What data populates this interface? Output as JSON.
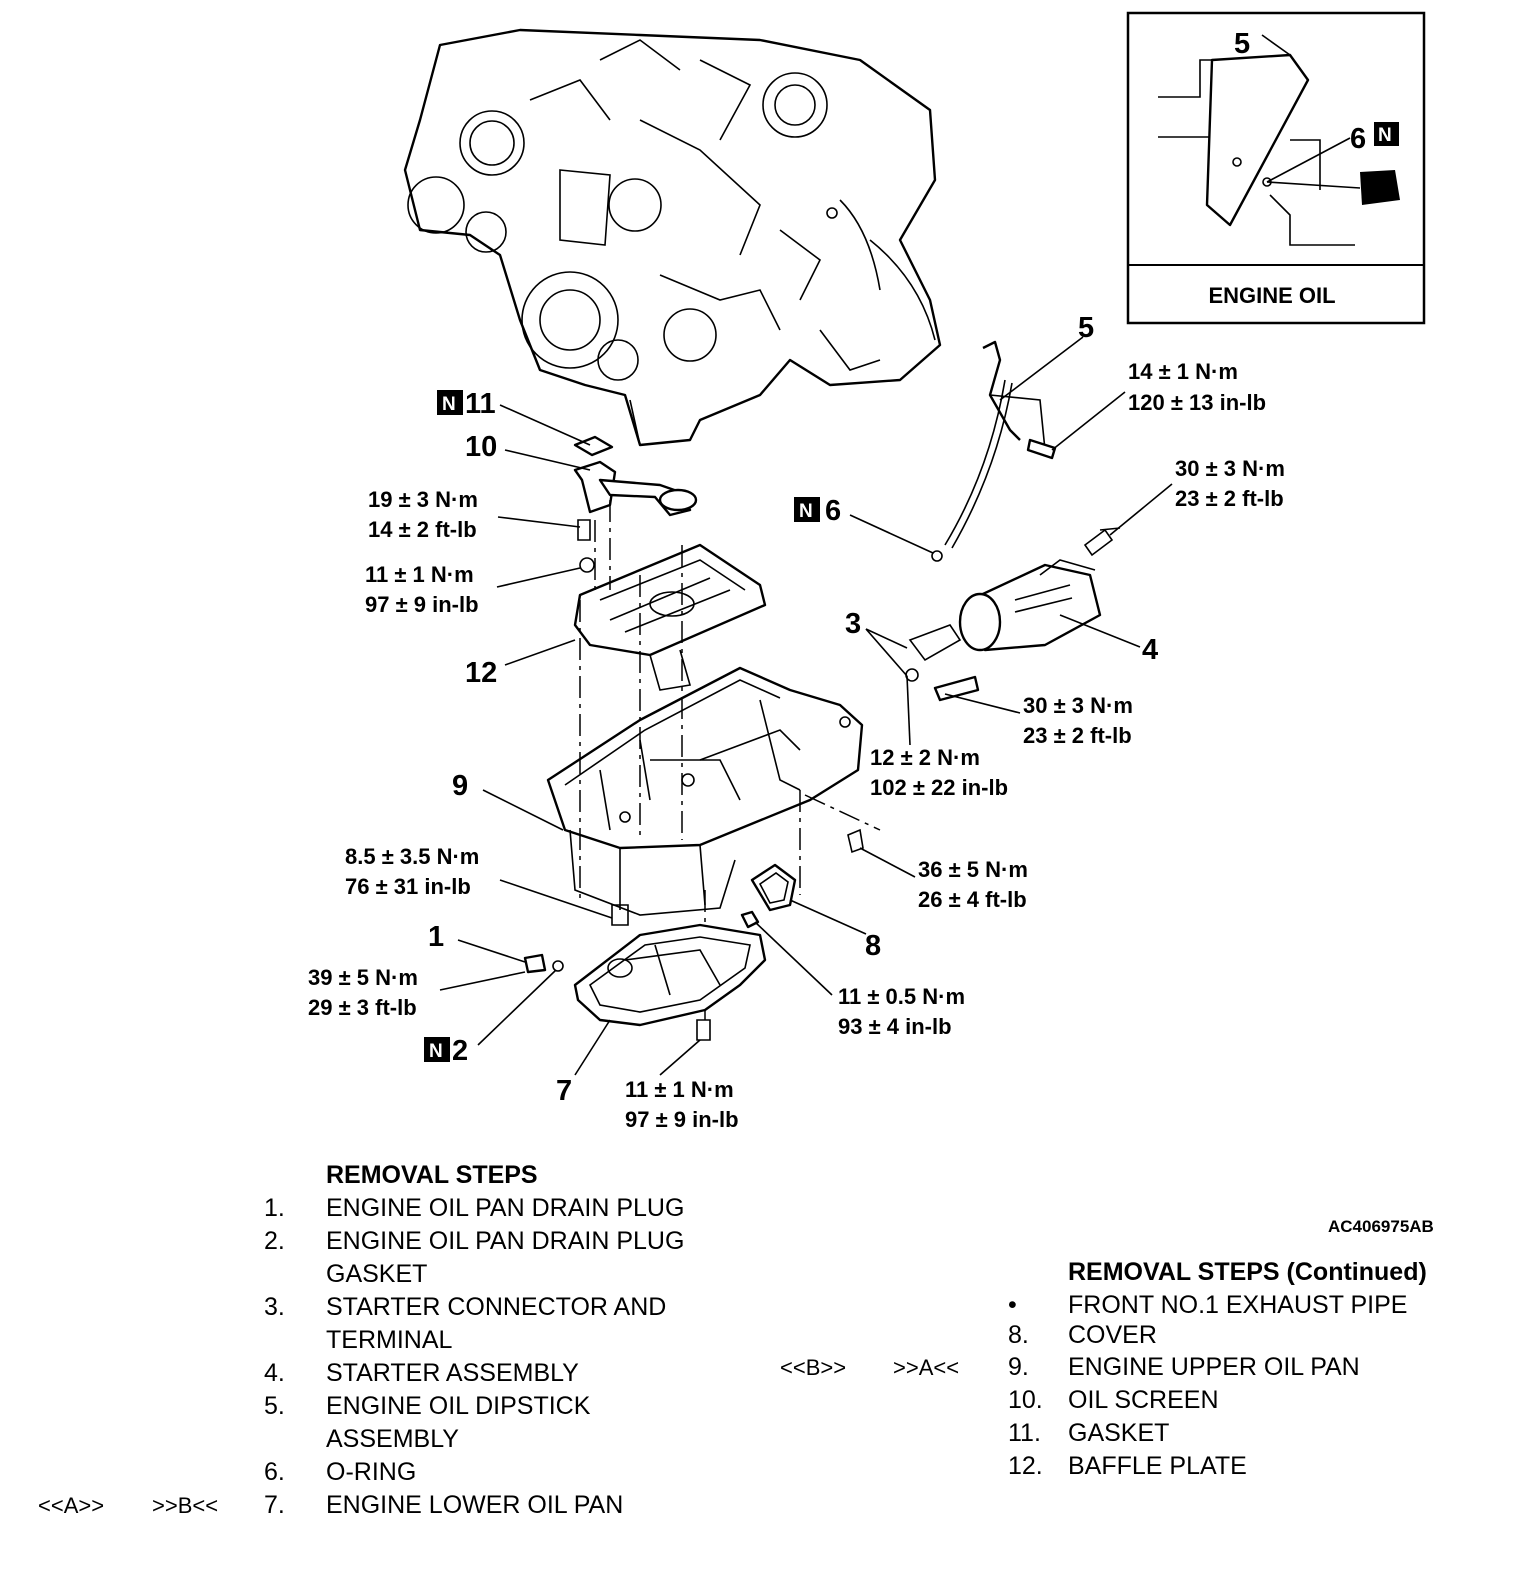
{
  "figure_code": "AC406975AB",
  "inset": {
    "label": "ENGINE OIL",
    "callout_5": "5",
    "callout_6": "6",
    "new_part_mark": "N"
  },
  "callouts": {
    "c1": "1",
    "c2": "2",
    "c3": "3",
    "c4": "4",
    "c5": "5",
    "c6": "6",
    "c7": "7",
    "c8": "8",
    "c9": "9",
    "c10": "10",
    "c11": "11",
    "c12": "12",
    "n_mark": "N"
  },
  "torques": {
    "t_dipstick_bolt": [
      "14 ± 1 N·m",
      "120 ± 13 in-lb"
    ],
    "t_starter_upper": [
      "30 ± 3 N·m",
      "23 ± 2 ft-lb"
    ],
    "t_starter_lower": [
      "30 ± 3 N·m",
      "23 ± 2 ft-lb"
    ],
    "t_starter_terminal": [
      "12 ± 2 N·m",
      "102 ± 22 in-lb"
    ],
    "t_oil_screen": [
      "19 ± 3 N·m",
      "14 ± 2 ft-lb"
    ],
    "t_baffle": [
      "11 ± 1 N·m",
      "97 ± 9 in-lb"
    ],
    "t_upper_pan_side": [
      "36 ± 5 N·m",
      "26 ± 4 ft-lb"
    ],
    "t_upper_pan": [
      "8.5 ± 3.5 N·m",
      "76 ± 31 in-lb"
    ],
    "t_drain_plug": [
      "39 ± 5 N·m",
      "29 ± 3 ft-lb"
    ],
    "t_cover": [
      "11 ± 0.5 N·m",
      "93 ± 4 in-lb"
    ],
    "t_lower_pan": [
      "11 ± 1 N·m",
      "97 ± 9 in-lb"
    ]
  },
  "removal_steps": {
    "heading": "REMOVAL STEPS",
    "items": [
      {
        "num": "1.",
        "lines": [
          "ENGINE OIL PAN DRAIN PLUG"
        ]
      },
      {
        "num": "2.",
        "lines": [
          "ENGINE OIL PAN DRAIN PLUG",
          "GASKET"
        ]
      },
      {
        "num": "3.",
        "lines": [
          "STARTER CONNECTOR AND",
          "TERMINAL"
        ]
      },
      {
        "num": "4.",
        "lines": [
          "STARTER ASSEMBLY"
        ]
      },
      {
        "num": "5.",
        "lines": [
          "ENGINE OIL DIPSTICK",
          "ASSEMBLY"
        ]
      },
      {
        "num": "6.",
        "lines": [
          "O-RING"
        ]
      },
      {
        "num": "7.",
        "lines": [
          "ENGINE LOWER OIL PAN"
        ],
        "tags": [
          "<<A>>",
          ">>B<<"
        ]
      }
    ]
  },
  "removal_steps_continued": {
    "heading": "REMOVAL STEPS (Continued)",
    "items": [
      {
        "num": "•",
        "lines": [
          "FRONT NO.1 EXHAUST PIPE"
        ]
      },
      {
        "num": "8.",
        "lines": [
          "COVER"
        ]
      },
      {
        "num": "9.",
        "lines": [
          "ENGINE UPPER OIL PAN"
        ],
        "tags": [
          "<<B>>",
          ">>A<<"
        ]
      },
      {
        "num": "10.",
        "lines": [
          "OIL SCREEN"
        ]
      },
      {
        "num": "11.",
        "lines": [
          "GASKET"
        ]
      },
      {
        "num": "12.",
        "lines": [
          "BAFFLE PLATE"
        ]
      }
    ]
  }
}
